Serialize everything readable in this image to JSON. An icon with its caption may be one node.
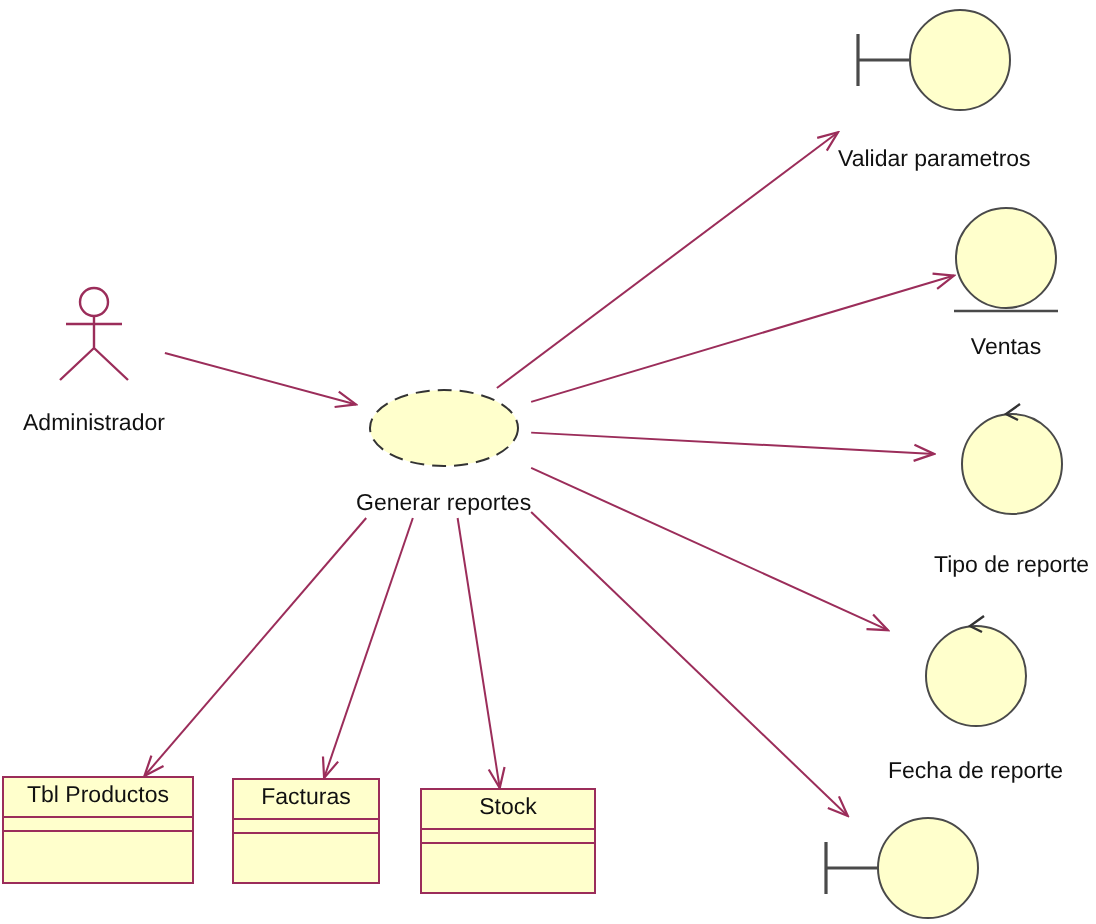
{
  "diagram": {
    "nodes": [
      {
        "text": [
          "Administrador"
        ]
      },
      {
        "text": [
          "Generar reportes"
        ]
      },
      {
        "text": [
          "Validar parametros"
        ]
      },
      {
        "text": [
          "Ventas"
        ]
      },
      {
        "text": [
          "Tipo de reporte"
        ]
      },
      {
        "text": [
          "Fecha de reporte"
        ]
      },
      {
        "text": [],
        "shape": "circle"
      },
      {
        "text": [
          "Tbl Productos"
        ]
      },
      {
        "text": [
          "Facturas"
        ]
      },
      {
        "text": [
          "Stock"
        ]
      }
    ],
    "edges": [
      {
        "from": 0,
        "to": 1,
        "arrow": "to"
      },
      {
        "from": 1,
        "to": 2,
        "arrow": "to"
      },
      {
        "from": 1,
        "to": 3,
        "arrow": "to"
      },
      {
        "from": 1,
        "to": 4,
        "arrow": "to"
      },
      {
        "from": 1,
        "to": 5,
        "arrow": "to"
      },
      {
        "from": 1,
        "to": 6,
        "arrow": "to"
      },
      {
        "from": 1,
        "to": 7,
        "arrow": "to"
      },
      {
        "from": 1,
        "to": 8,
        "arrow": "to"
      },
      {
        "from": 1,
        "to": 9,
        "arrow": "to"
      }
    ]
  }
}
